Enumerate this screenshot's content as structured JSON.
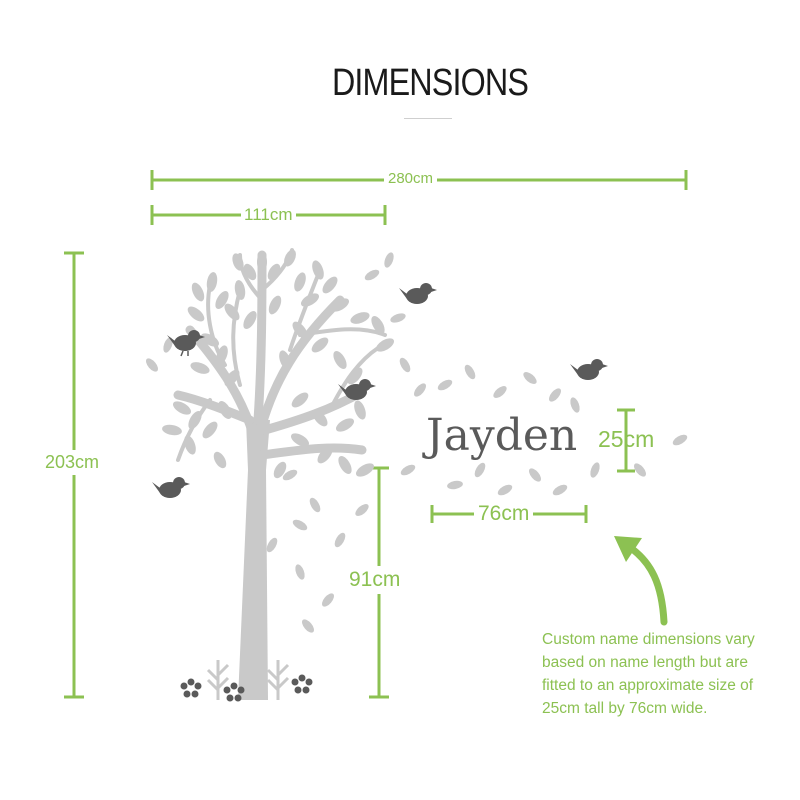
{
  "title": "DIMENSIONS",
  "dimensions": {
    "total_width": "280cm",
    "tree_width": "111cm",
    "total_height": "203cm",
    "trunk_height": "91cm",
    "name_height": "25cm",
    "name_width": "76cm"
  },
  "custom_name": "Jayden",
  "note_lines": [
    "Custom name dimensions vary",
    "based on name length but are",
    "fitted to an approximate size of",
    "25cm tall by 76cm wide."
  ],
  "colors": {
    "dimension_green": "#8cc152",
    "tree_gray": "#c9c9c9",
    "bird_gray": "#5a5a5a",
    "name_gray": "#5a5a5a"
  }
}
